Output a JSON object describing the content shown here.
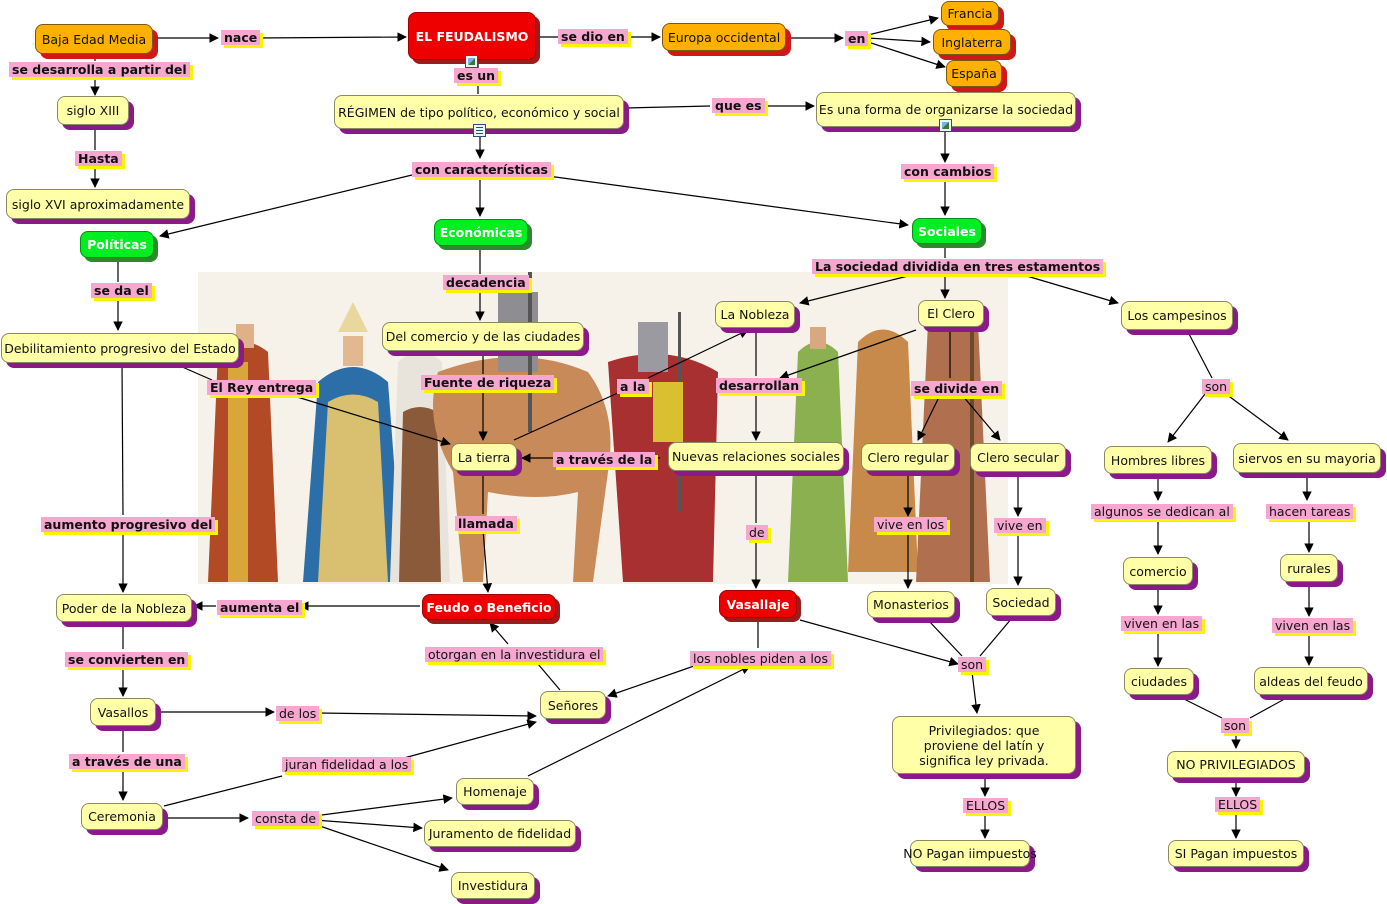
{
  "nodes": {
    "n_baja": "Baja Edad Media",
    "n_feudalismo": "EL FEUDALISMO",
    "n_europa": "Europa occidental",
    "n_francia": "Francia",
    "n_inglaterra": "Inglaterra",
    "n_espana": "España",
    "n_siglo13": "siglo XIII",
    "n_regimen": "RÉGIMEN de tipo político, económico y social",
    "n_forma": "Es una forma de organizarse la sociedad",
    "n_siglo16": "siglo XVI aproximadamente",
    "n_politicas": "Políticas",
    "n_economicas": "Económicas",
    "n_sociales": "Sociales",
    "n_nobleza": "La Nobleza",
    "n_clero": "El Clero",
    "n_campesinos": "Los campesinos",
    "n_debilitamiento": "Debilitamiento progresivo del Estado",
    "n_comercio_ciudades": "Del comercio y de las ciudades",
    "n_tierra": "La tierra",
    "n_nuevas": "Nuevas relaciones sociales",
    "n_clero_regular": "Clero regular",
    "n_clero_secular": "Clero secular",
    "n_hombres_libres": "Hombres libres",
    "n_siervos": "siervos en su mayoria",
    "n_comercio": "comercio",
    "n_rurales": "rurales",
    "n_poder": "Poder de la Nobleza",
    "n_feudo": "Feudo o Beneficio",
    "n_vasallaje": "Vasallaje",
    "n_monasterios": "Monasterios",
    "n_sociedad": "Sociedad",
    "n_ciudades": "ciudades",
    "n_aldeas": "aldeas del feudo",
    "n_vasallos": "Vasallos",
    "n_senores": "Señores",
    "n_privilegiados": "Privilegiados: que proviene del latín y significa ley privada.",
    "n_no_privilegiados": "NO PRIVILEGIADOS",
    "n_homenaje": "Homenaje",
    "n_ceremonia": "Ceremonia",
    "n_juramento": "Juramento de fidelidad",
    "n_no_pagan": "NO Pagan iimpuestos",
    "n_si_pagan": "SI Pagan impuestos",
    "n_investidura": "Investidura"
  },
  "labels": {
    "l_nace": "nace",
    "l_se_dio_en": "se dio en",
    "l_en": "en",
    "l_se_desarrolla": "se desarrolla a partir del",
    "l_es_un": "es un",
    "l_que_es": "que es",
    "l_hasta": "Hasta",
    "l_con_caracteristicas": "con características",
    "l_con_cambios": "con cambios",
    "l_dividida": "La sociedad dividida en tres estamentos",
    "l_decadencia": "decadencia",
    "l_se_da_el": "se da el",
    "l_son_camp": "son",
    "l_rey_entrega": "El Rey entrega",
    "l_fuente": "Fuente de riqueza",
    "l_a_la": "a la",
    "l_desarrollan": "desarrollan",
    "l_se_divide": "se divide en",
    "l_a_traves_de_la": "a través de la",
    "l_algunos": "algunos se dedican al",
    "l_hacen_tareas": "hacen tareas",
    "l_aumento": "aumento progresivo del",
    "l_llamada": "llamada",
    "l_vive_en_los": "vive en los",
    "l_vive_en": "vive en",
    "l_de": "de",
    "l_aumenta_el": "aumenta el",
    "l_viven_las_1": "viven en las",
    "l_viven_las_2": "viven en las",
    "l_otorgan": "otorgan en la investidura el",
    "l_nobles_piden": "los nobles piden a los",
    "l_se_convierten": "se convierten en",
    "l_son_mid": "son",
    "l_de_los": "de los",
    "l_son_right": "son",
    "l_a_traves_de_una": "a través de una",
    "l_juran": "juran fidelidad a los",
    "l_ellos_1": "ELLOS",
    "l_ellos_2": "ELLOS",
    "l_consta_de": "consta de"
  },
  "colors": {
    "link": "#000000",
    "concept_yellow": "#ffffa8",
    "concept_orange": "#ffb000",
    "concept_green": "#00ee22",
    "concept_red": "#ee0000",
    "label_pink": "#f7a6d0",
    "label_shadow": "#f5f500"
  },
  "icons": [
    "image-resource-icon",
    "document-resource-icon",
    "image-resource-icon"
  ]
}
